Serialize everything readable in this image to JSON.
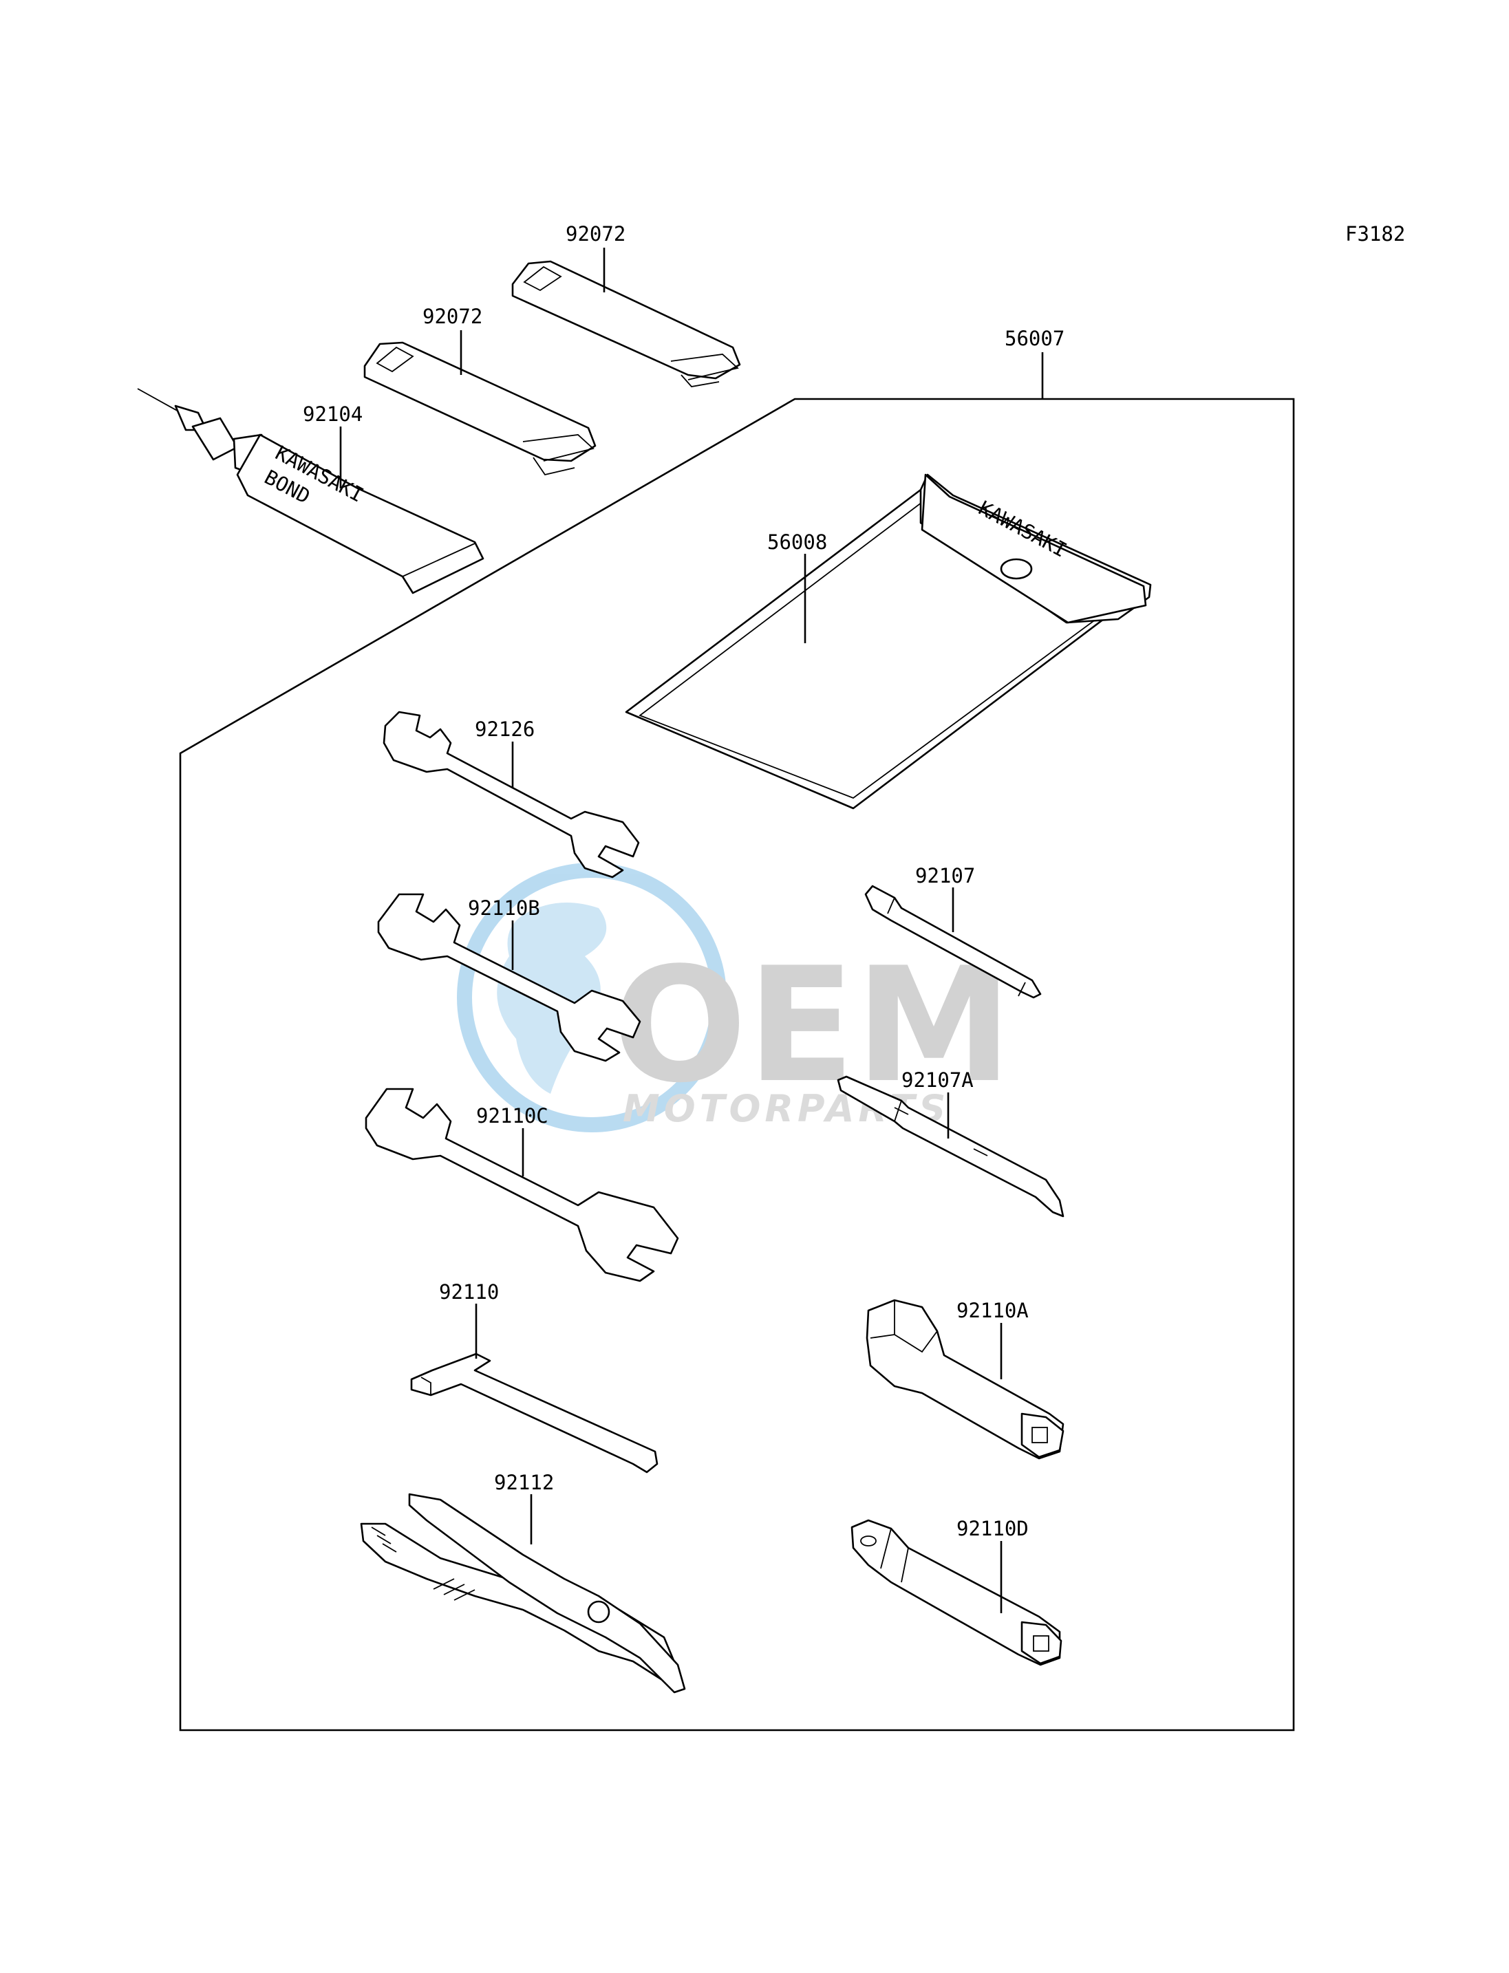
{
  "figure_code": "F3182",
  "brand_print": "KAWASAKI",
  "tube_print": [
    "KAWASAKI",
    "BOND"
  ],
  "watermark": {
    "main": "OEM",
    "sub": "MOTORPARTS",
    "color": "#3a9ad9"
  },
  "callouts": {
    "strap_upper": "92072",
    "strap_lower": "92072",
    "bond": "92104",
    "tool_kit": "56007",
    "tool_case": "56008",
    "wrench_a": "92126",
    "wrench_b": "92110B",
    "wrench_c": "92110C",
    "hex_key": "92110",
    "pliers": "92112",
    "screwdriver": "92107",
    "screwdriver_a": "92107A",
    "box_wrench_a": "92110A",
    "box_wrench_d": "92110D"
  }
}
